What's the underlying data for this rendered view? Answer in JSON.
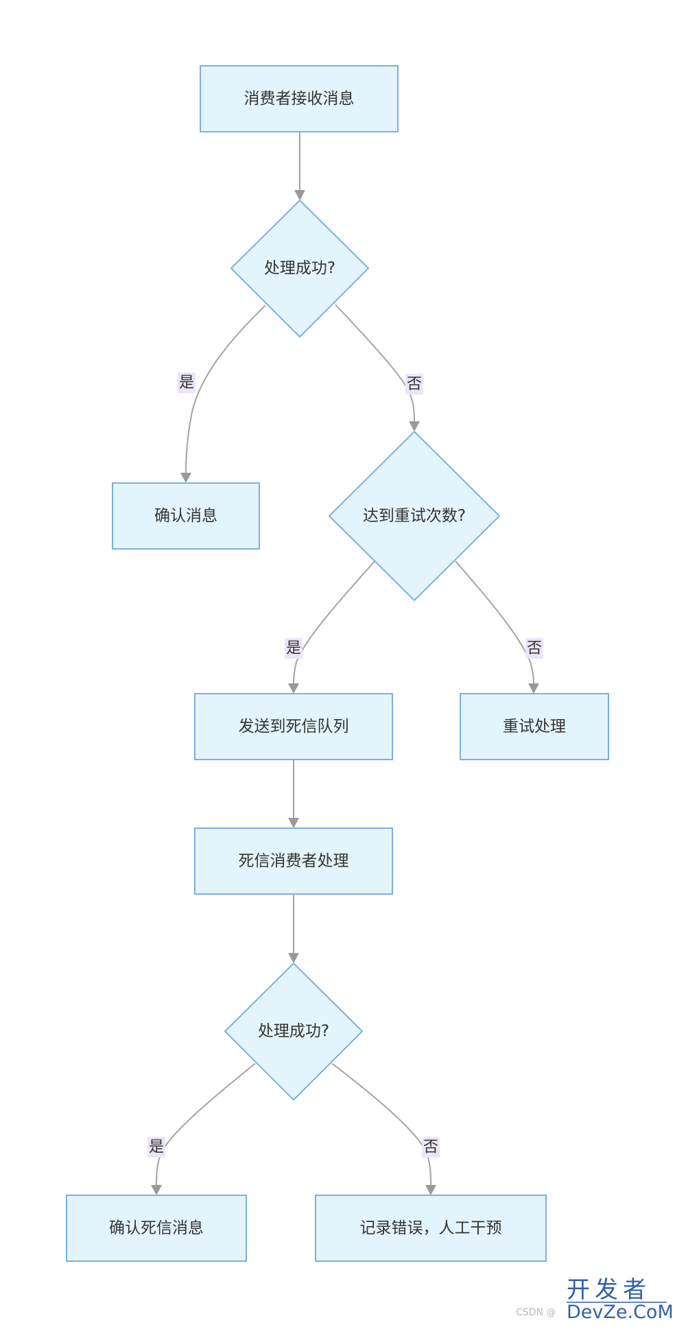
{
  "nodes": {
    "receive": "消费者接收消息",
    "check1": "处理成功?",
    "ack": "确认消息",
    "retry_limit": "达到重试次数?",
    "to_dlq": "发送到死信队列",
    "retry": "重试处理",
    "dlq_consumer": "死信消费者处理",
    "check2": "处理成功?",
    "ack_dlq": "确认死信消息",
    "log_error": "记录错误，人工干预"
  },
  "edge_labels": {
    "check1_yes": "是",
    "check1_no": "否",
    "retry_limit_yes": "是",
    "retry_limit_no": "否",
    "check2_yes": "是",
    "check2_no": "否"
  },
  "watermark": {
    "main": "开发者",
    "sub": "DevZe.CoM",
    "csdn": "CSDN @"
  },
  "colors": {
    "node_fill": "#e4f4fc",
    "node_stroke": "#7bb0dd",
    "edge": "#a3a3a3",
    "label_bg": "#ece4f7",
    "watermark": "#2f62a8"
  }
}
